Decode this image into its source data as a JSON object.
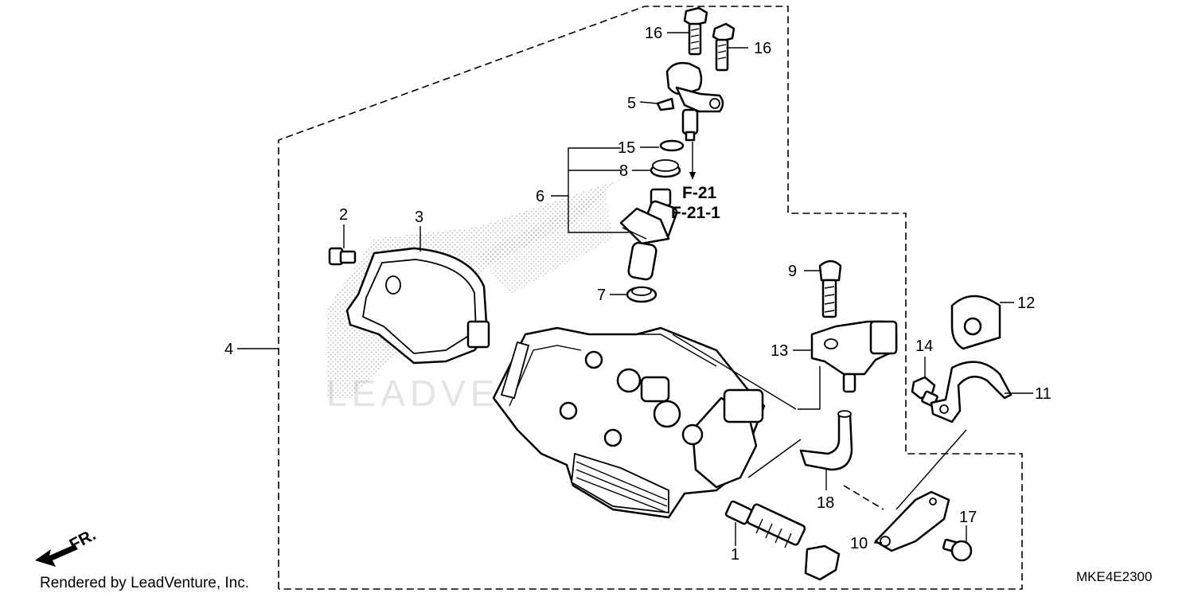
{
  "diagram": {
    "callouts": {
      "c1": "1",
      "c2": "2",
      "c3": "3",
      "c4": "4",
      "c5": "5",
      "c6": "6",
      "c7": "7",
      "c8": "8",
      "c9": "9",
      "c10": "10",
      "c11": "11",
      "c12": "12",
      "c13": "13",
      "c14": "14",
      "c15": "15",
      "c16a": "16",
      "c16b": "16",
      "c17": "17",
      "c18": "18"
    },
    "references": {
      "ref1": "F-21",
      "ref2": "F-21-1"
    },
    "front_marker": "FR.",
    "watermark": "LEADVENTURE",
    "footer": {
      "credit": "Rendered by LeadVenture, Inc.",
      "code": "MKE4E2300"
    }
  },
  "colors": {
    "line": "#000000",
    "background": "#ffffff",
    "stipple": "#9a9a9a",
    "watermark": "#e4e4e4"
  }
}
